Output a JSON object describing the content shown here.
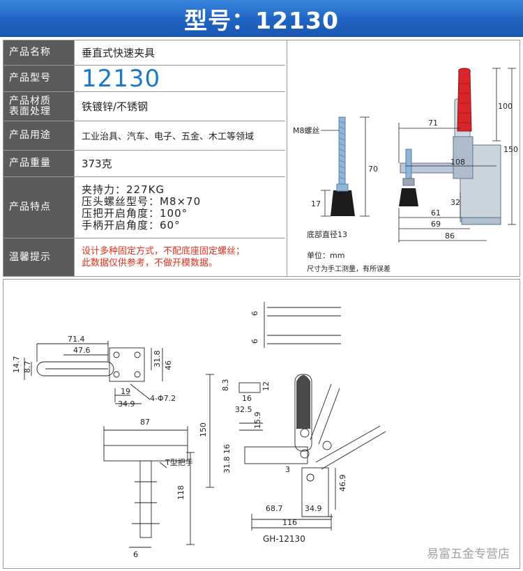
{
  "header": {
    "title": "型号：12130"
  },
  "specs": {
    "name": {
      "label": "产品名称",
      "value": "垂直式快速夹具"
    },
    "model": {
      "label": "产品型号",
      "value": "12130"
    },
    "material": {
      "label_line1": "产品材质",
      "label_line2": "表面处理",
      "value": "铁镀锌/不锈钢"
    },
    "usage": {
      "label": "产品用途",
      "value": "工业治具、汽车、电子、五金、木工等领域"
    },
    "weight": {
      "label": "产品重量",
      "value": "373克"
    },
    "features": {
      "label": "产品特点",
      "items": [
        "夹持力：227KG",
        "压头螺丝型号：M8×70",
        "压把开启角度：100°",
        "手柄开启角度：60°"
      ]
    },
    "tips": {
      "label": "温馨提示",
      "line1": "设计多种固定方式，不配底座固定螺丝；",
      "line2": "此数据仅供参考，不做开模数据。"
    }
  },
  "photo": {
    "bolt_label": "M8螺丝",
    "dim_70": "70",
    "dim_17": "17",
    "base_dia": "底部直径13",
    "dim_71": "71",
    "dim_100": "100",
    "dim_150": "150",
    "dim_108": "108",
    "dim_32": "32",
    "dim_61": "61",
    "dim_69": "69",
    "dim_86": "86",
    "unit": "单位：mm",
    "note": "尺寸为手工测量，有所误差"
  },
  "drawing": {
    "d714": "71.4",
    "d476": "47.6",
    "d147": "14.7",
    "d87a": "8.7",
    "d318": "31.8",
    "d46": "46",
    "d19": "19",
    "d349": "34.9",
    "hole": "4-Φ7.2",
    "d87b": "87",
    "t_handle": "T型把手",
    "d118": "118",
    "d6a": "6",
    "d6b": "6",
    "d6c": "6",
    "d83": "8.3",
    "d12": "12",
    "d16": "16",
    "d325": "32.5",
    "d159": "15.9",
    "d150": "150",
    "d3816": "31.8 16",
    "d3": "3",
    "d469": "46.9",
    "d687": "68.7",
    "d349b": "34.9",
    "d116": "116",
    "model": "GH-12130",
    "shop": "易富五金专营店"
  },
  "colors": {
    "banner": "#1f63c2",
    "label_bg": "#5b5b5b",
    "model_blue": "#1978c8",
    "tip_red": "#e0301e",
    "handle_red": "#d8262a"
  }
}
